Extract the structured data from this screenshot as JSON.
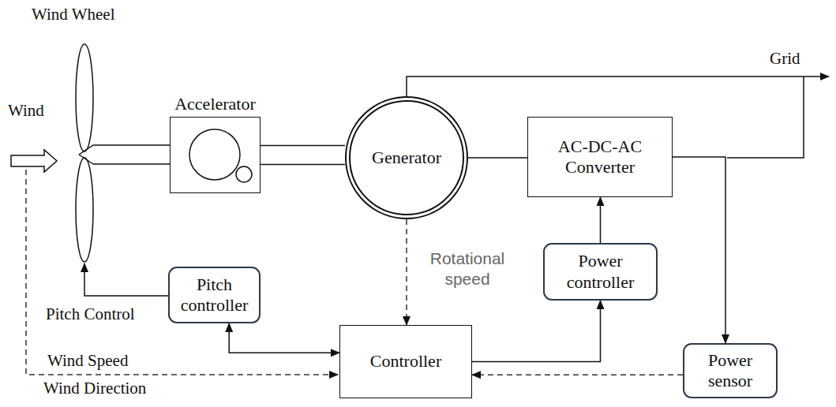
{
  "diagram": {
    "nodes": [
      {
        "text": [
          "Accelerator"
        ]
      },
      {
        "text": [
          "Generator"
        ]
      },
      {
        "text": [
          "AC-DC-AC Converter"
        ]
      },
      {
        "text": [
          "Pitch controller"
        ]
      },
      {
        "text": [
          "Power controller"
        ]
      },
      {
        "text": [
          "Controller"
        ]
      },
      {
        "text": [
          "Power sensor"
        ]
      }
    ],
    "edges": [
      {
        "from": 0,
        "to": 1,
        "arrow": "none"
      },
      {
        "from": 1,
        "to": 2,
        "arrow": "none"
      },
      {
        "from": 1,
        "to": 5,
        "label": "Rotational speed",
        "arrow": "to"
      },
      {
        "from": 4,
        "to": 2,
        "arrow": "to"
      },
      {
        "from": 5,
        "to": 4,
        "arrow": "to"
      },
      {
        "from": 3,
        "to": 5,
        "arrow": "both"
      },
      {
        "from": 6,
        "to": 5,
        "arrow": "to"
      },
      {
        "from": 2,
        "to": 6,
        "arrow": "to"
      }
    ],
    "labels": [
      "Wind Wheel",
      "Wind",
      "Grid",
      "Pitch Control",
      "Wind Speed",
      "Wind Direction"
    ]
  }
}
